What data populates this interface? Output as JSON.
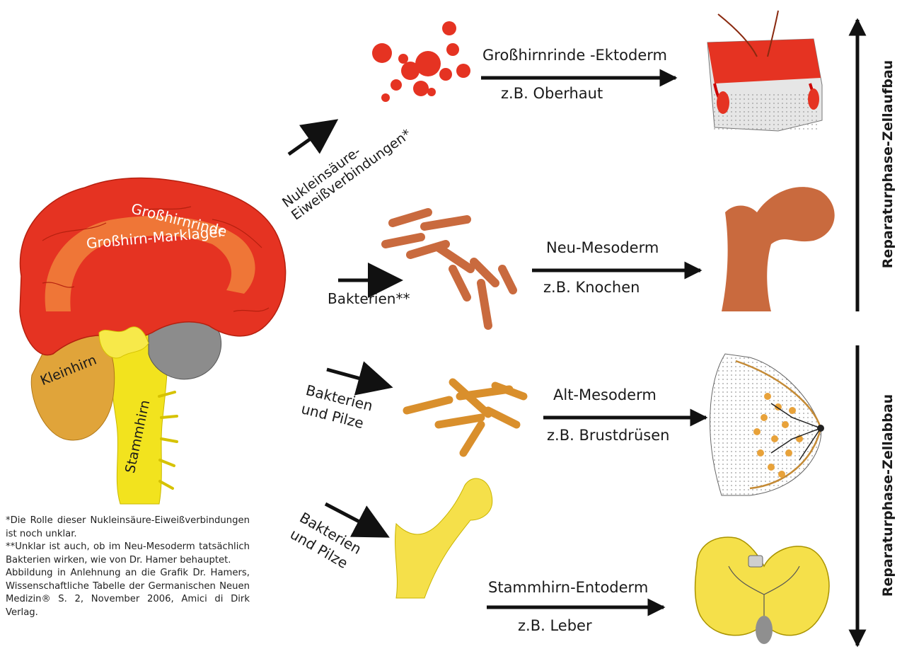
{
  "brain": {
    "cortex": "Großhirnrinde",
    "medulla": "Großhirn-Marklager",
    "cerebellum": "Kleinhirn",
    "brainstem": "Stammhirn"
  },
  "rows": [
    {
      "microbe": "Nukleinsäure-\nEiweißverbindungen*",
      "layer": "Großhirnrinde -Ektoderm",
      "example": "z.B. Oberhaut"
    },
    {
      "microbe": "Bakterien**",
      "layer": "Neu-Mesoderm",
      "example": "z.B. Knochen"
    },
    {
      "microbe": "Bakterien\nund Pilze",
      "layer": "Alt-Mesoderm",
      "example": "z.B. Brustdrüsen"
    },
    {
      "microbe": "Bakterien\nund Pilze",
      "layer": "Stammhirn-Entoderm",
      "example": "z.B. Leber"
    }
  ],
  "phases": {
    "build": "Reparaturphase-Zellaufbau",
    "breakdown": "Reparaturphase-Zellabbau"
  },
  "footnotes": [
    "*Die Rolle dieser Nukleinsäure-Eiweißver­bindungen ist noch unklar.",
    "**Unklar ist auch, ob im Neu-Mesoderm tatsächlich Bakterien wirken, wie von Dr. Hamer behauptet.",
    "Abbildung in Anlehnung an die Grafik Dr. Hamers, Wissenschaftliche Tabelle der Germanischen Neuen Medizin® S. 2, November 2006, Amici di Dirk Verlag."
  ],
  "colors": {
    "cortex": "#e53322",
    "medulla": "#f07d3a",
    "cerebellum": "#e0a43a",
    "brainstem": "#f2e31e",
    "bone": "#c96a3e",
    "fungus": "#d98f2c",
    "liver": "#f5e04a"
  }
}
